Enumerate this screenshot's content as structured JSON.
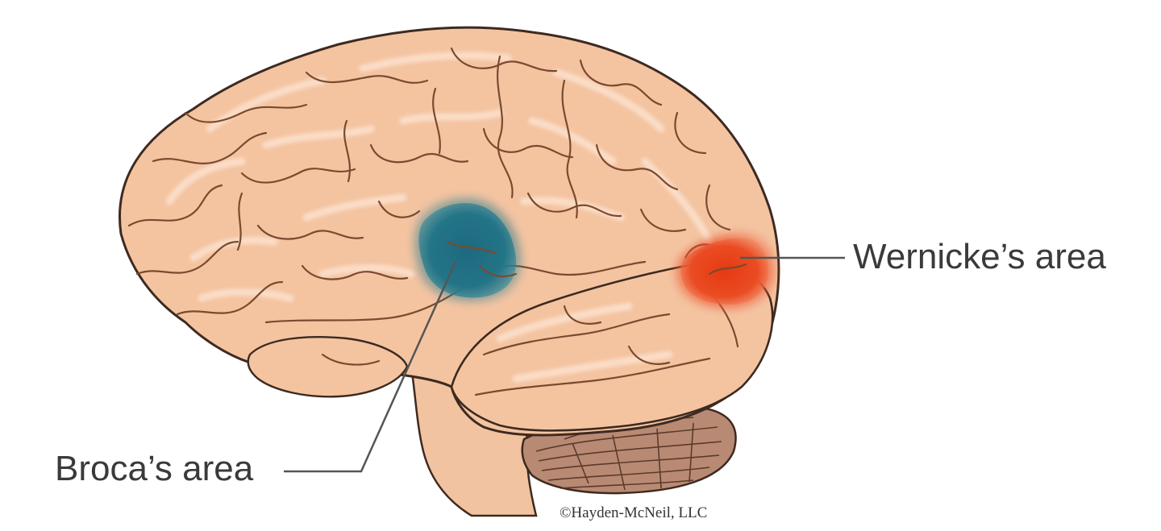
{
  "labels": {
    "wernicke": "Wernicke’s area",
    "broca": "Broca’s area",
    "credit": "©Hayden-McNeil, LLC"
  },
  "colors": {
    "brain_fill": "#f4c4a1",
    "brain_outline": "#3d2a20",
    "broca_highlight": "#1f6f84",
    "wernicke_highlight": "#e8441e",
    "label_text": "#3a3a3a",
    "background": "#ffffff"
  }
}
